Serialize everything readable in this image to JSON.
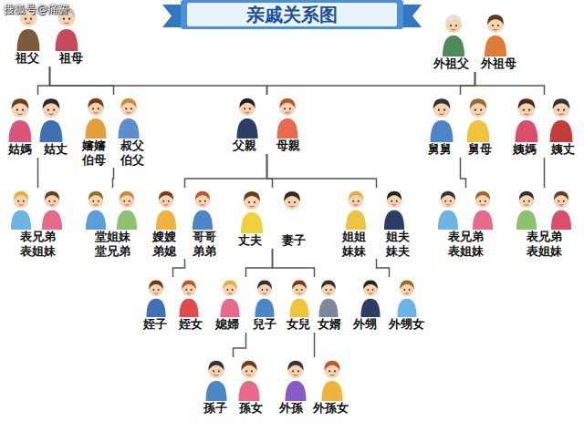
{
  "diagram": {
    "title": "亲戚关系图",
    "nodes": [
      {
        "text": [
          "祖父",
          "祖母"
        ]
      },
      {
        "text": [
          "外祖父",
          "外祖母"
        ]
      },
      {
        "text": [
          "姑媽",
          "姑丈"
        ]
      },
      {
        "text": [
          "嬸嬸 伯母",
          "叔父 伯父"
        ]
      },
      {
        "text": [
          "父親",
          "母親"
        ]
      },
      {
        "text": [
          "舅舅",
          "舅母"
        ]
      },
      {
        "text": [
          "姨媽",
          "姨丈"
        ]
      },
      {
        "text": [
          "表兄弟 表姐妹"
        ]
      },
      {
        "text": [
          "堂姐妹 堂兄弟"
        ]
      },
      {
        "text": [
          "嫂嫂 弟媳",
          "哥哥 弟弟"
        ]
      },
      {
        "text": [
          "丈夫",
          "妻子"
        ]
      },
      {
        "text": [
          "姐姐 妹妹",
          "姐夫 妹夫"
        ]
      },
      {
        "text": [
          "表兄弟 表姐妹"
        ]
      },
      {
        "text": [
          "表兄弟 表姐妹"
        ]
      },
      {
        "text": [
          "姪子",
          "姪女"
        ]
      },
      {
        "text": [
          "媳婦",
          "兒子"
        ]
      },
      {
        "text": [
          "女兒",
          "女婿"
        ]
      },
      {
        "text": [
          "外甥",
          "外甥女"
        ]
      },
      {
        "text": [
          "孫子",
          "孫女"
        ]
      },
      {
        "text": [
          "外孫",
          "外孫女"
        ]
      }
    ],
    "edges": [
      {
        "from": 0,
        "to": 2,
        "arrow": "none"
      },
      {
        "from": 0,
        "to": 3,
        "arrow": "none"
      },
      {
        "from": 0,
        "to": 4,
        "arrow": "none"
      },
      {
        "from": 1,
        "to": 4,
        "arrow": "none"
      },
      {
        "from": 1,
        "to": 5,
        "arrow": "none"
      },
      {
        "from": 1,
        "to": 6,
        "arrow": "none"
      },
      {
        "from": 2,
        "to": 7,
        "arrow": "none"
      },
      {
        "from": 3,
        "to": 8,
        "arrow": "none"
      },
      {
        "from": 4,
        "to": 9,
        "arrow": "none"
      },
      {
        "from": 4,
        "to": 10,
        "arrow": "none"
      },
      {
        "from": 4,
        "to": 11,
        "arrow": "none"
      },
      {
        "from": 5,
        "to": 12,
        "arrow": "none"
      },
      {
        "from": 6,
        "to": 13,
        "arrow": "none"
      },
      {
        "from": 9,
        "to": 14,
        "arrow": "none"
      },
      {
        "from": 10,
        "to": 15,
        "arrow": "none"
      },
      {
        "from": 10,
        "to": 16,
        "arrow": "none"
      },
      {
        "from": 11,
        "to": 17,
        "arrow": "none"
      },
      {
        "from": 15,
        "to": 18,
        "arrow": "none"
      },
      {
        "from": 16,
        "to": 19,
        "arrow": "none"
      }
    ],
    "labels": [
      "搜狐号@痛誓"
    ]
  }
}
